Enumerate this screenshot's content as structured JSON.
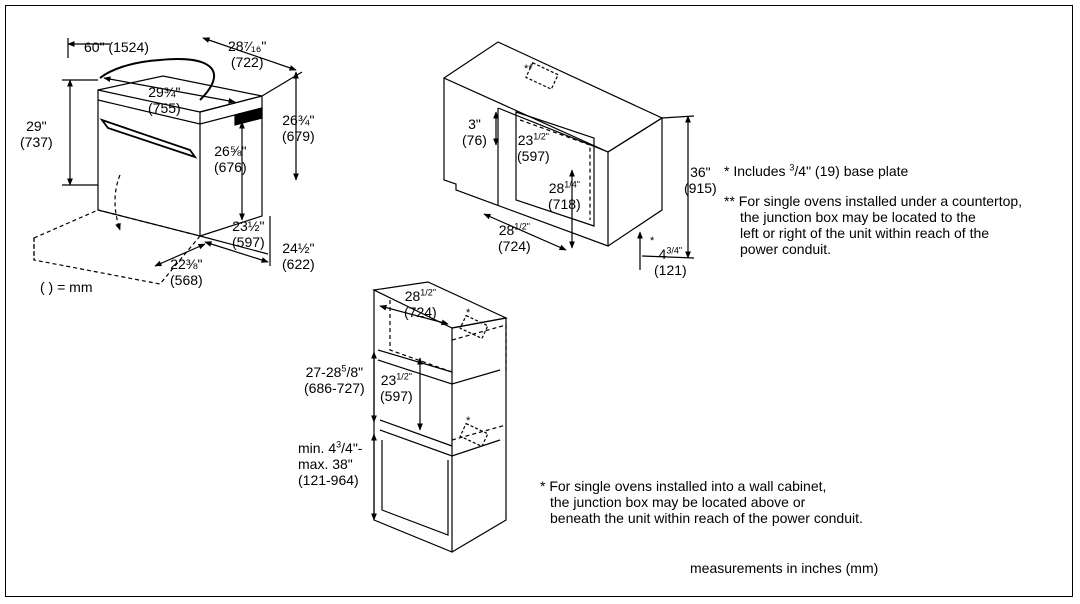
{
  "legend_mm": "( ) = mm",
  "footer": "measurements in inches (mm)",
  "oven": {
    "cord": [
      "60\" (1524)"
    ],
    "top_depth": [
      "28⁷⁄₁₆\"",
      "(722)"
    ],
    "top_width": [
      "29¾\"",
      "(755)"
    ],
    "height_outer": [
      "26¾\"",
      "(679)"
    ],
    "height_total": [
      "29\"",
      "(737)"
    ],
    "height_inner": [
      "26⅝\"",
      "(676)"
    ],
    "bottom_depth": [
      "23½\"",
      "(597)"
    ],
    "side_depth": [
      "24½\"",
      "(622)"
    ],
    "door_swing": [
      "22⅜\"",
      "(568)"
    ]
  },
  "counter": {
    "top_offset": [
      "3\"",
      "(76)"
    ],
    "cutout_depth": [
      "23",
      "1/2\"",
      "(597)"
    ],
    "cutout_height": [
      "28",
      "1/4\"",
      "(718)"
    ],
    "cutout_width": [
      "28",
      "1/2\"",
      "(724)"
    ],
    "total_height": [
      "36\"",
      "(915)"
    ],
    "base": [
      "4",
      "3/4\"",
      "(121)"
    ],
    "note1_prefix": "*  Includes ",
    "note1_sup": "3",
    "note1_rest": "/4\" (19) base plate",
    "note2": [
      "** For single ovens installed under a countertop,",
      "the junction box may be located to the",
      "left or right of the unit within reach of the",
      "power conduit."
    ]
  },
  "wall": {
    "width": [
      "28",
      "1/2\"",
      "(724)"
    ],
    "depth": [
      "23",
      "1/2\"",
      "(597)"
    ],
    "height": [
      "27-28",
      "5",
      "/8\"",
      "(686-727)"
    ],
    "floor_1": "min. 4",
    "floor_1_sup": "3",
    "floor_1_end": "/4\"-",
    "floor_2": "max. 38\"",
    "floor_3": "(121-964)",
    "note": [
      "* For single ovens installed into a wall cabinet,",
      "the junction box may be located above or",
      "beneath the unit within reach of the power conduit."
    ]
  }
}
